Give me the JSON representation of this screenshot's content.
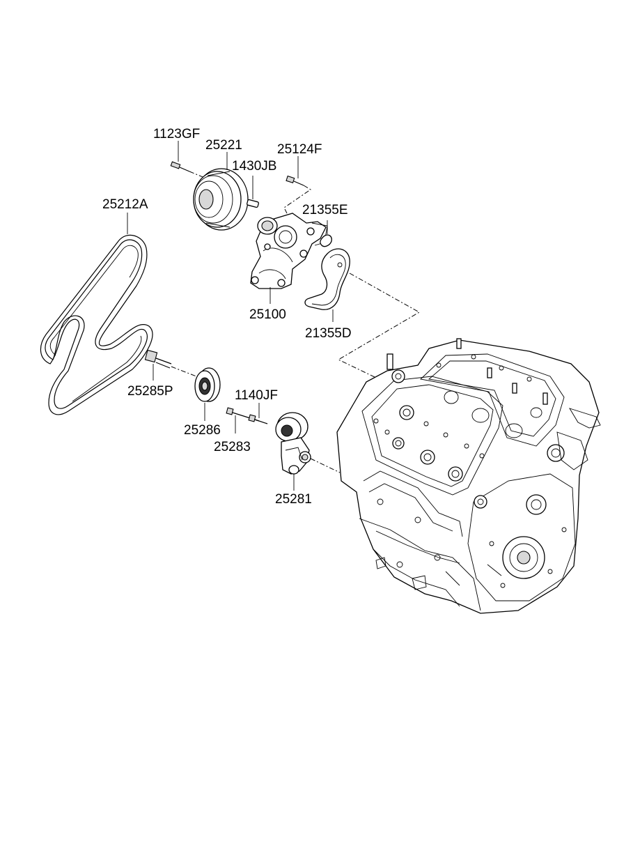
{
  "labels": {
    "p1123GF": "1123GF",
    "p25221": "25221",
    "p25124F": "25124F",
    "p1430JB": "1430JB",
    "p25212A": "25212A",
    "p21355E": "21355E",
    "p25100": "25100",
    "p21355D": "21355D",
    "p25285P": "25285P",
    "p1140JF": "1140JF",
    "p25286": "25286",
    "p25283": "25283",
    "p25281": "25281"
  }
}
